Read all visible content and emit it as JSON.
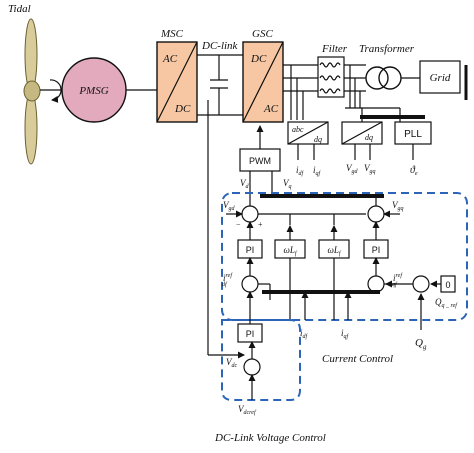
{
  "labels": {
    "tidal": "Tidal",
    "pmsg": "PMSG",
    "msc": "MSC",
    "gsc": "GSC",
    "dc_link": "DC-link",
    "filter": "Filter",
    "transformer": "Transformer",
    "grid": "Grid",
    "ac": "AC",
    "dc": "DC",
    "pwm": "PWM",
    "pll": "PLL",
    "abc": "abc",
    "dq": "dq",
    "pi": "PI",
    "omega_lf": "ωL",
    "f_sub": "f",
    "zero": "0",
    "current_control": "Current Control",
    "dc_link_voltage_control": "DC-Link Voltage Control"
  },
  "signals": {
    "vd": "V",
    "vd_sub": "d",
    "vq": "V",
    "vq_sub": "q",
    "idf": "i",
    "idf_sub": "df",
    "iqf": "i",
    "iqf_sub": "qf",
    "vgd": "V",
    "vgd_sub": "gd",
    "vgq": "V",
    "vgq_sub": "gq",
    "theta": "ϑ",
    "theta_sub": "e",
    "idf_ref": "i",
    "idf_ref_sup": "ref",
    "idf_ref_sub": "df",
    "iqf_ref": "i",
    "iqf_ref_sup": "ref",
    "iqf_ref_sub": "qf",
    "qg": "Q",
    "qg_sub": "g",
    "q_ref": "Q",
    "q_ref_sub": "q _ ref",
    "vdc": "V",
    "vdc_sub": "dc",
    "vdcref": "V",
    "vdcref_sub": "dcref",
    "plus": "+",
    "minus": "−"
  },
  "colors": {
    "converter_fill": "#f6c7a2",
    "generator_fill": "#e3aabd",
    "turbine_fill": "#d8cd9a",
    "control_box": "#2c65b8"
  }
}
